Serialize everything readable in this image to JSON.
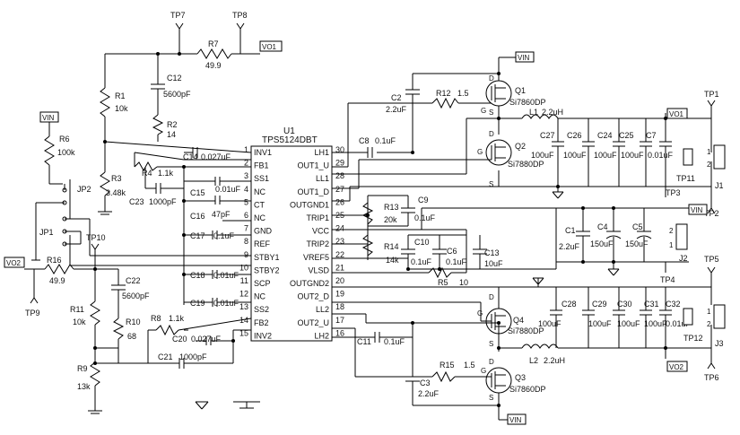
{
  "ic": {
    "ref": "U1",
    "part": "TPS5124DBT",
    "left_pins": [
      {
        "num": "1",
        "name": "INV1"
      },
      {
        "num": "2",
        "name": "FB1"
      },
      {
        "num": "3",
        "name": "SS1"
      },
      {
        "num": "4",
        "name": "NC"
      },
      {
        "num": "5",
        "name": "CT"
      },
      {
        "num": "6",
        "name": "NC"
      },
      {
        "num": "7",
        "name": "GND"
      },
      {
        "num": "8",
        "name": "REF"
      },
      {
        "num": "9",
        "name": "STBY1"
      },
      {
        "num": "10",
        "name": "STBY2"
      },
      {
        "num": "11",
        "name": "SCP"
      },
      {
        "num": "12",
        "name": "NC"
      },
      {
        "num": "13",
        "name": "SS2"
      },
      {
        "num": "14",
        "name": "FB2"
      },
      {
        "num": "15",
        "name": "INV2"
      }
    ],
    "right_pins": [
      {
        "num": "30",
        "name": "LH1"
      },
      {
        "num": "29",
        "name": "OUT1_U"
      },
      {
        "num": "28",
        "name": "LL1"
      },
      {
        "num": "27",
        "name": "OUT1_D"
      },
      {
        "num": "26",
        "name": "OUTGND1"
      },
      {
        "num": "25",
        "name": "TRIP1"
      },
      {
        "num": "24",
        "name": "VCC"
      },
      {
        "num": "23",
        "name": "TRIP2"
      },
      {
        "num": "22",
        "name": "VREF5"
      },
      {
        "num": "21",
        "name": "VLSD"
      },
      {
        "num": "20",
        "name": "OUTGND2"
      },
      {
        "num": "19",
        "name": "OUT2_D"
      },
      {
        "num": "18",
        "name": "LL2"
      },
      {
        "num": "17",
        "name": "OUT2_U"
      },
      {
        "num": "16",
        "name": "LH2"
      }
    ]
  },
  "nets": {
    "vin": "VIN",
    "vo1": "VO1",
    "vo2": "VO2"
  },
  "testpoints": {
    "tp1": "TP1",
    "tp2": "TP2",
    "tp3": "TP3",
    "tp4": "TP4",
    "tp5": "TP5",
    "tp6": "TP6",
    "tp7": "TP7",
    "tp8": "TP8",
    "tp9": "TP9",
    "tp10": "TP10",
    "tp11": "TP11",
    "tp12": "TP12"
  },
  "jumpers": {
    "jp1": "JP1",
    "jp2": "JP2"
  },
  "connectors": {
    "j1": "J1",
    "j2": "J2",
    "j3": "J3",
    "pin1": "1",
    "pin2": "2"
  },
  "resistors": {
    "r1": {
      "ref": "R1",
      "val": "10k"
    },
    "r2": {
      "ref": "R2",
      "val": "14"
    },
    "r3": {
      "ref": "R3",
      "val": "3.48k"
    },
    "r4": {
      "ref": "R4",
      "val": "1.1k"
    },
    "r5": {
      "ref": "R5",
      "val": "10"
    },
    "r6": {
      "ref": "R6",
      "val": "100k"
    },
    "r7": {
      "ref": "R7",
      "val": "49.9"
    },
    "r8": {
      "ref": "R8",
      "val": "1.1k"
    },
    "r9": {
      "ref": "R9",
      "val": "13k"
    },
    "r10": {
      "ref": "R10",
      "val": "68"
    },
    "r11": {
      "ref": "R11",
      "val": "10k"
    },
    "r12": {
      "ref": "R12",
      "val": "1.5"
    },
    "r13": {
      "ref": "R13",
      "val": "20k"
    },
    "r14": {
      "ref": "R14",
      "val": "14k"
    },
    "r15": {
      "ref": "R15",
      "val": "1.5"
    },
    "r16": {
      "ref": "R16",
      "val": "49.9"
    }
  },
  "capacitors": {
    "c1": {
      "ref": "C1",
      "val": "2.2uF"
    },
    "c2": {
      "ref": "C2",
      "val": "2.2uF"
    },
    "c3": {
      "ref": "C3",
      "val": "2.2uF"
    },
    "c4": {
      "ref": "C4",
      "val": "150uF"
    },
    "c5": {
      "ref": "C5",
      "val": "150uF"
    },
    "c6": {
      "ref": "C6",
      "val": "0.1uF"
    },
    "c7": {
      "ref": "C7",
      "val": "0.01uF"
    },
    "c8": {
      "ref": "C8",
      "val": "0.1uF"
    },
    "c9": {
      "ref": "C9",
      "val": "0.1uF"
    },
    "c10": {
      "ref": "C10",
      "val": "0.1uF"
    },
    "c11": {
      "ref": "C11",
      "val": "0.1uF"
    },
    "c12": {
      "ref": "C12",
      "val": "5600pF"
    },
    "c13": {
      "ref": "C13",
      "val": "10uF"
    },
    "c14": {
      "ref": "C14",
      "val": "0.027uF"
    },
    "c15": {
      "ref": "C15",
      "val": "0.01uF"
    },
    "c16": {
      "ref": "C16",
      "val": "47pF"
    },
    "c17": {
      "ref": "C17",
      "val": "0.1uF"
    },
    "c18": {
      "ref": "C18",
      "val": "0.01uF"
    },
    "c19": {
      "ref": "C19",
      "val": "0.01uF"
    },
    "c20": {
      "ref": "C20",
      "val": "0.027uF"
    },
    "c21": {
      "ref": "C21",
      "val": "1000pF"
    },
    "c22": {
      "ref": "C22",
      "val": "5600pF"
    },
    "c23": {
      "ref": "C23",
      "val": "1000pF"
    },
    "c24": {
      "ref": "C24",
      "val": "100uF"
    },
    "c25": {
      "ref": "C25",
      "val": "100uF"
    },
    "c26": {
      "ref": "C26",
      "val": "100uF"
    },
    "c27": {
      "ref": "C27",
      "val": "100uF"
    },
    "c28": {
      "ref": "C28",
      "val": "100uF"
    },
    "c29": {
      "ref": "C29",
      "val": "100uF"
    },
    "c30": {
      "ref": "C30",
      "val": "100uF"
    },
    "c31": {
      "ref": "C31",
      "val": "100uF"
    },
    "c32": {
      "ref": "C32",
      "val": "0.01uF"
    }
  },
  "inductors": {
    "l1": {
      "ref": "L1",
      "val": "2.2uH"
    },
    "l2": {
      "ref": "L2",
      "val": "2.2uH"
    }
  },
  "mosfets": {
    "q1": {
      "ref": "Q1",
      "part": "Si7860DP"
    },
    "q2": {
      "ref": "Q2",
      "part": "Si7880DP"
    },
    "q3": {
      "ref": "Q3",
      "part": "Si7860DP"
    },
    "q4": {
      "ref": "Q4",
      "part": "Si7880DP"
    }
  },
  "fet_pins": {
    "g": "G",
    "s": "S",
    "d": "D"
  },
  "colors": {
    "line": "#000000",
    "background": "#ffffff"
  }
}
